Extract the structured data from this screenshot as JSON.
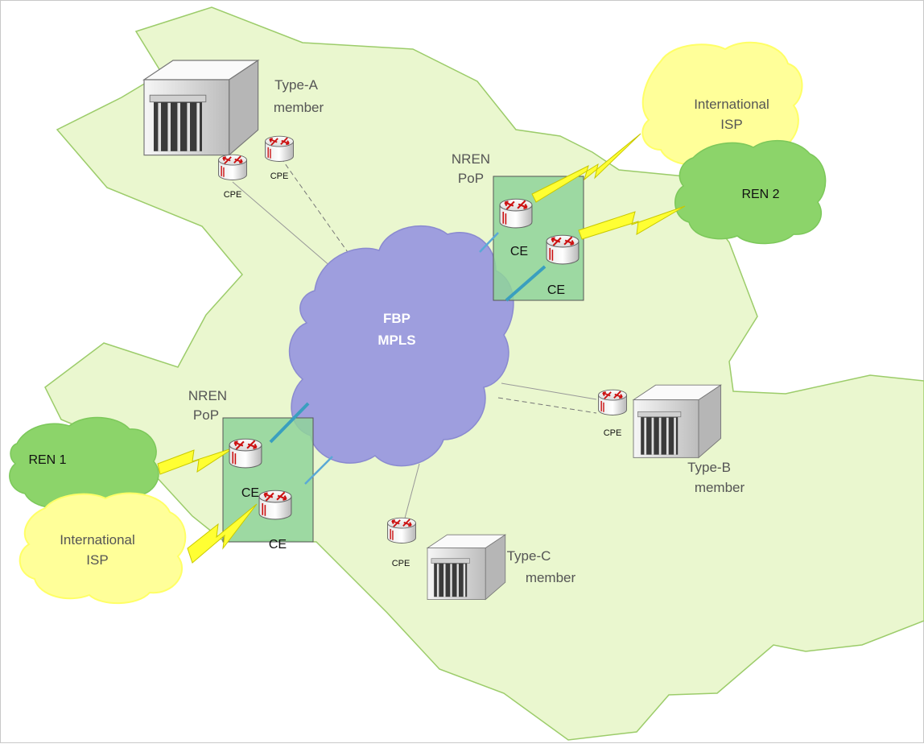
{
  "core": {
    "line1": "FBP",
    "line2": "MPLS"
  },
  "pops": [
    {
      "id": "east",
      "title_1": "NREN",
      "title_2": "PoP",
      "routers": [
        "CE",
        "CE"
      ]
    },
    {
      "id": "west",
      "title_1": "NREN",
      "title_2": "PoP",
      "routers": [
        "CE",
        "CE"
      ]
    }
  ],
  "external_clouds": [
    {
      "id": "intl-east",
      "line1": "International",
      "line2": "ISP",
      "color": "#ffff99"
    },
    {
      "id": "ren2",
      "line1": "REN 2",
      "line2": "",
      "color": "#8cd46a"
    },
    {
      "id": "ren1",
      "line1": "REN 1",
      "line2": "",
      "color": "#8cd46a"
    },
    {
      "id": "intl-west",
      "line1": "International",
      "line2": "ISP",
      "color": "#ffff99"
    }
  ],
  "members": [
    {
      "id": "type-a",
      "line1": "Type-A",
      "line2": "member",
      "cpe": [
        "CPE",
        "CPE"
      ]
    },
    {
      "id": "type-b",
      "line1": "Type-B",
      "line2": "member",
      "cpe": [
        "CPE"
      ]
    },
    {
      "id": "type-c",
      "line1": "Type-C",
      "line2": "member",
      "cpe": [
        "CPE"
      ]
    }
  ],
  "colors": {
    "region_fill": "#eaf7cf",
    "region_stroke": "#9ccc6a",
    "mpls_cloud": "#9e9ede",
    "pop_box": "#8fd39a",
    "wireless_link": "#ffff33",
    "uplink": "#3a9fbf"
  },
  "icons": [
    "router-icon",
    "building-icon",
    "lightning-link-icon",
    "cloud-icon"
  ]
}
